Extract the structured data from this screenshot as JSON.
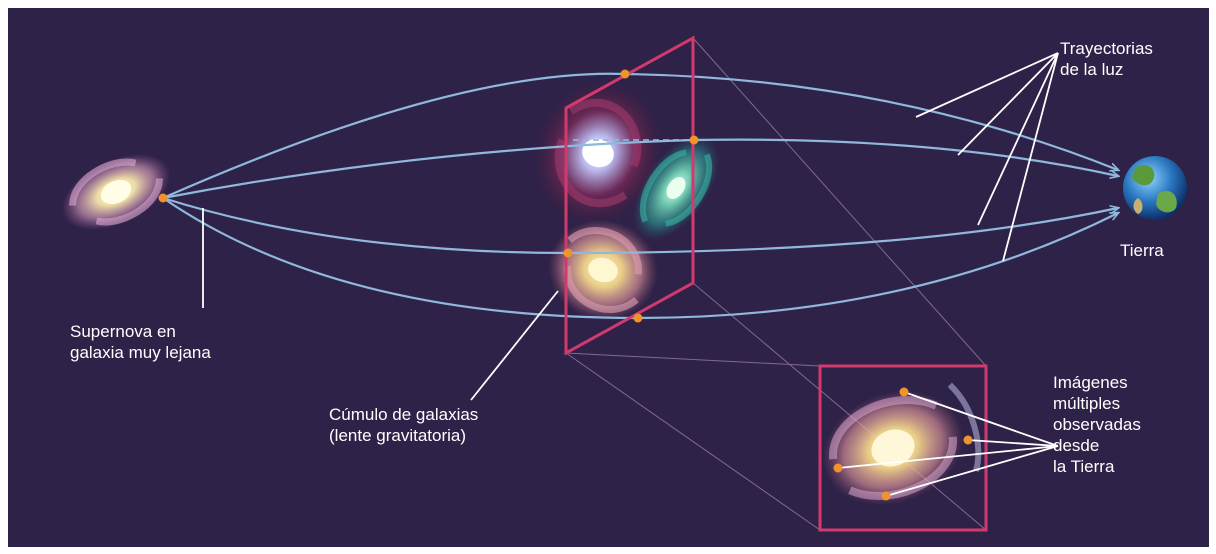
{
  "labels": {
    "light_paths": "Trayectorias\nde la luz",
    "earth": "Tierra",
    "supernova": "Supernova en\ngalaxia muy lejana",
    "cluster": "Cúmulo de galaxias\n(lente gravitatoria)",
    "multiple_images": "Imágenes\nmúltiples\nobservadas\ndesde\nla Tierra"
  },
  "colors": {
    "background": "#2f2248",
    "light_path": "#8fb8dc",
    "lens_frame": "#d23a6e",
    "marker": "#f0932b",
    "text": "#ffffff"
  },
  "icons": {
    "source": "spiral-galaxy-icon",
    "observer": "earth-globe-icon"
  }
}
